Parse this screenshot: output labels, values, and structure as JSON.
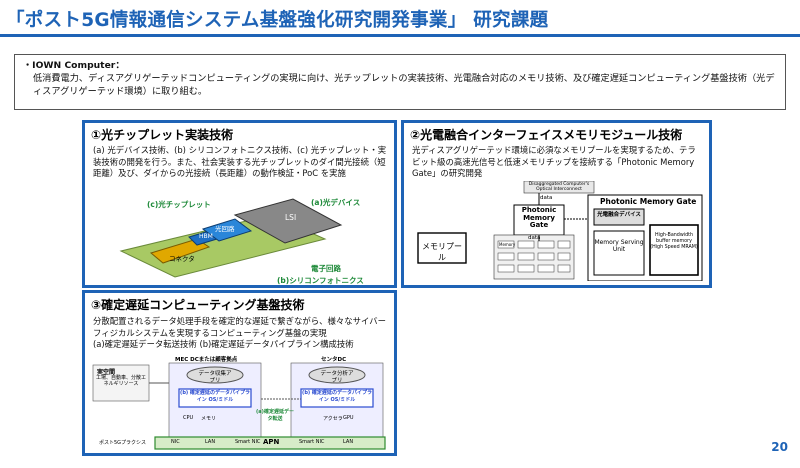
{
  "header": {
    "title": "「ポスト5G情報通信システム基盤強化研究開発事業」 研究課題"
  },
  "intro": {
    "heading": "・IOWN Computer：",
    "body": "低消費電力、ディスアグリゲーテッドコンピューティングの実現に向け、光チップレットの実装技術、光電融合対応のメモリ技術、及び確定遅延コンピューティング基盤技術（光ディスアグリゲーテッド環境）に取り組む。"
  },
  "panel1": {
    "title": "①光チップレット実装技術",
    "desc": "(a) 光デバイス技術、(b) シリコンフォトニクス技術、(c) 光チップレット・実装技術の開発を行う。また、社会実装する光チップレットのダイ間光接続（短距離）及び、ダイからの光接続（長距離）の動作検証・PoC を実施",
    "labels": {
      "chiplet": "(c)光チップレット",
      "device": "(a)光デバイス",
      "lsi": "LSI",
      "connector": "コネクタ",
      "optical": "光回路",
      "hbm": "HBM",
      "circuit": "電子回路",
      "siph": "(b)シリコンフォトニクス"
    }
  },
  "panel2": {
    "title": "②光電融合インターフェイスメモリモジュール技術",
    "desc": "光ディスアグリゲーテッド環境に必須なメモリプールを実現するため、テラビット級の高速光信号と低速メモリチップを接続する「Photonic Memory Gate」の研究開発",
    "labels": {
      "interconnect": "Disaggregated Computer's Optical Interconnect",
      "data_top": "data",
      "pmg_small": "Photonic Memory Gate",
      "data_mid": "data",
      "memory_pool": "メモリプール",
      "memory_chip": "Memory",
      "pmg_big": "Photonic Memory Gate",
      "eo_device": "光電融合デバイス",
      "serving_unit": "Memory Serving Unit",
      "hbm_mram": "High-Bandwidth buffer memory (High Speed MRAM)"
    }
  },
  "panel3": {
    "title": "③確定遅延コンピューティング基盤技術",
    "desc": "分散配置されるデータ処理手段を確定的な遅延で繋ぎながら、様々なサイバーフィジカルシステムを実現するコンピューティング基盤の実現\n(a)確定遅延データ転送技術 (b)確定遅延データパイプライン構成技術",
    "labels": {
      "real_space": "実空間",
      "real_items": "工場、自動車、分散エネルギリソース",
      "mec": "MEC DCまたは顧客拠点",
      "center": "センタDC",
      "app_collect": "データ収集アプリ",
      "app_analyze": "データ分析アプリ",
      "pipeline_left": "(b) 確定遅延のデータパイプライン OS/ミドル",
      "pipeline_right": "(b) 確定遅延のデータパイプライン OS/ミドル",
      "cpu": "CPU",
      "memory": "メモリ",
      "accel": "アクセラ",
      "gpu": "GPU",
      "transfer": "(a)確定遅延データ転送",
      "ptp": "ポスト5Gプラクシス",
      "nic": "NIC",
      "lan_left": "LAN",
      "smartnic_left": "Smart NIC",
      "apn": "APN",
      "smartnic_right": "Smart NIC",
      "lan_right": "LAN"
    }
  },
  "footer": {
    "page": "20"
  },
  "colors": {
    "accent": "#1e63b6",
    "green": "#1f8a3a"
  }
}
